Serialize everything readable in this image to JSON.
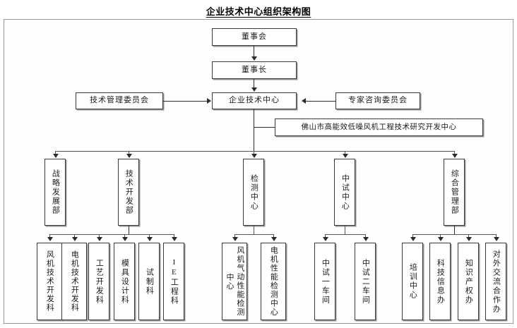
{
  "title": "企业技术中心组织架构图",
  "nodes": {
    "board": "董事会",
    "chairman": "董事长",
    "center": "企业技术中心",
    "tech_mgmt_committee": "技术管理委员会",
    "expert_advisory_committee": "专家咨询委员会",
    "research_center": "佛山市高能效低噪风机工程技术研究开发中心"
  },
  "departments": [
    {
      "id": "strategy",
      "label": "战略发展部"
    },
    {
      "id": "tech-dev",
      "label": "技术开发部"
    },
    {
      "id": "testing",
      "label": "检测中心"
    },
    {
      "id": "pilot",
      "label": "中试中心"
    },
    {
      "id": "admin",
      "label": "综合管理部"
    }
  ],
  "sub_departments": {
    "tech_dev": [
      {
        "id": "fan-tech-dev",
        "label": "风机技术开发科"
      },
      {
        "id": "motor-tech-dev",
        "label": "电机技术开发科"
      },
      {
        "id": "process-dev",
        "label": "工艺开发科"
      },
      {
        "id": "mold-design",
        "label": "模具设计科"
      },
      {
        "id": "trial-production",
        "label": "试制科"
      },
      {
        "id": "ie-engineering",
        "label": "IE工程科"
      }
    ],
    "testing": [
      {
        "id": "fan-aero-test",
        "label": "风机气动性能检测中心"
      },
      {
        "id": "motor-perf-test",
        "label": "电机性能检测中心"
      }
    ],
    "pilot": [
      {
        "id": "pilot-workshop-1",
        "label": "中试一车间"
      },
      {
        "id": "pilot-workshop-2",
        "label": "中试二车间"
      }
    ],
    "admin": [
      {
        "id": "training-center",
        "label": "培训中心"
      },
      {
        "id": "sci-tech-info",
        "label": "科技信息办"
      },
      {
        "id": "ip-office",
        "label": "知识产权办"
      },
      {
        "id": "external-coop",
        "label": "对外交流合作办"
      }
    ]
  },
  "colors": {
    "box_border": "#3a3a3a",
    "line": "#555555",
    "background": "#ffffff",
    "text": "#1a1a1a"
  }
}
